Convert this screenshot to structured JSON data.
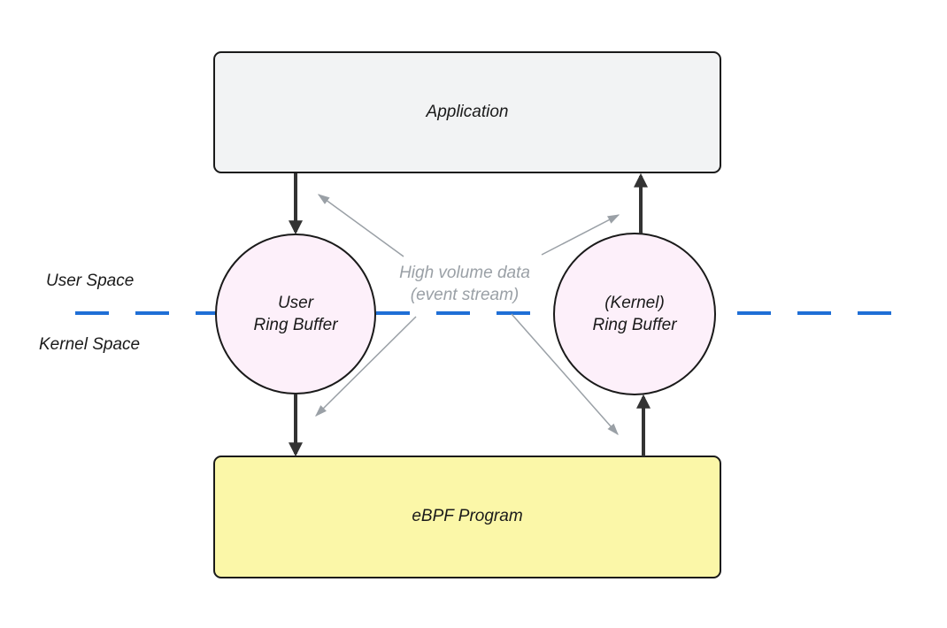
{
  "colors": {
    "application_fill": "#f2f3f4",
    "ebpf_fill": "#fbf7a8",
    "ring_buffer_fill": "#fdf0fa",
    "border": "#1a1a1a",
    "solid_arrow": "#333333",
    "faint_arrow": "#9aa0a6",
    "boundary_line": "#1f6fd6"
  },
  "nodes": {
    "application": {
      "label": "Application"
    },
    "ebpf_program": {
      "label": "eBPF Program"
    },
    "user_ring_buffer": {
      "line1": "User",
      "line2": "Ring Buffer"
    },
    "kernel_ring_buffer": {
      "line1": "(Kernel)",
      "line2": "Ring Buffer"
    }
  },
  "space_labels": {
    "user_space": "User Space",
    "kernel_space": "Kernel Space"
  },
  "annotation": {
    "line1": "High volume data",
    "line2": "(event stream)"
  }
}
